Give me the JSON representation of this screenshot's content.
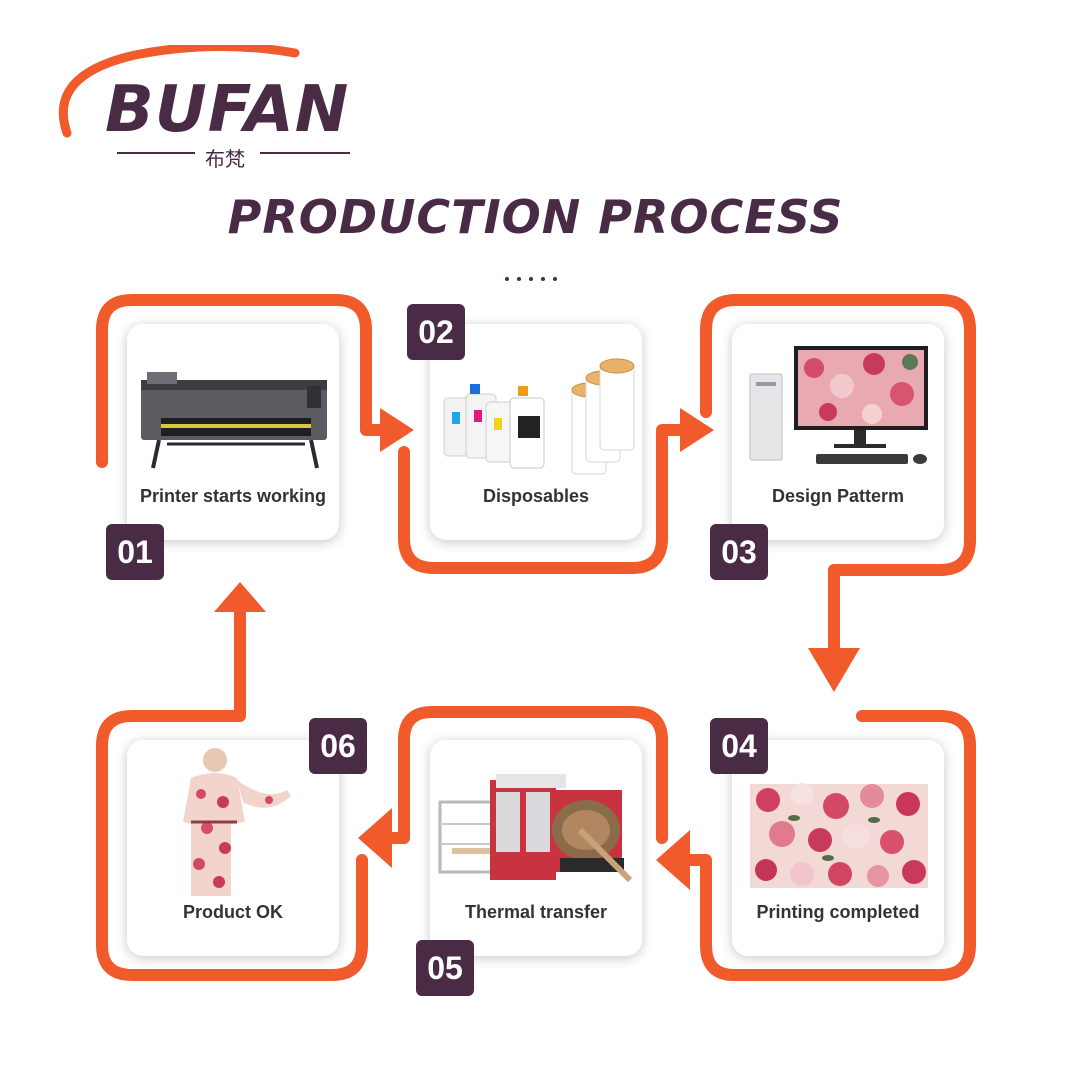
{
  "brand": {
    "name": "BUFAN",
    "subtitle": "布梵"
  },
  "title": "PRODUCTION PROCESS",
  "colors": {
    "accent": "#f15a2b",
    "primary": "#4a2b45",
    "card": "#ffffff"
  },
  "steps": [
    {
      "number": "01",
      "label": "Printer starts working",
      "icon": "printer-icon"
    },
    {
      "number": "02",
      "label": "Disposables",
      "icon": "ink-bottles-icon"
    },
    {
      "number": "03",
      "label": "Design Patterm",
      "icon": "computer-icon"
    },
    {
      "number": "04",
      "label": "Printing completed",
      "icon": "printed-fabric-icon"
    },
    {
      "number": "05",
      "label": "Thermal transfer",
      "icon": "heat-press-icon"
    },
    {
      "number": "06",
      "label": "Product OK",
      "icon": "dress-icon"
    }
  ]
}
